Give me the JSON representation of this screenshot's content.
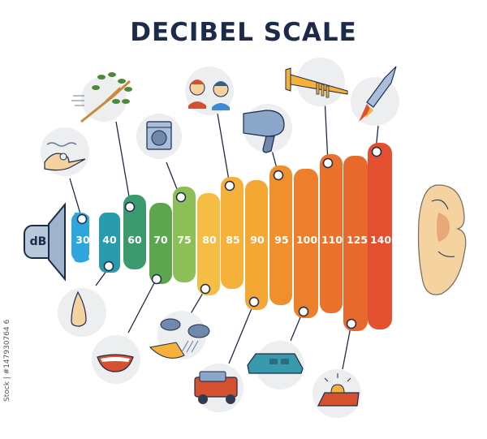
{
  "title": "DECIBEL SCALE",
  "speaker": {
    "label": "dB",
    "icon": "speaker-icon"
  },
  "ear": {
    "icon": "ear-icon"
  },
  "colors": {
    "title": "#1c2b4a",
    "outline": "#1c2b4a",
    "icon_bg": "#eceeef"
  },
  "bands": [
    {
      "db": "30",
      "color": "#2ea6dc",
      "example": "Whisper",
      "icon": "whisper-hand-icon",
      "pin": "top"
    },
    {
      "db": "40",
      "color": "#2a9bad",
      "example": "Quiet breathing / smell",
      "icon": "nose-icon",
      "pin": "bottom"
    },
    {
      "db": "60",
      "color": "#3a9a6e",
      "example": "Rustling leaves / wind",
      "icon": "tree-branch-icon",
      "pin": "top"
    },
    {
      "db": "70",
      "color": "#5ea54f",
      "example": "Normal laughter",
      "icon": "laughing-mouth-icon",
      "pin": "bottom"
    },
    {
      "db": "75",
      "color": "#8cbf57",
      "example": "Washing machine",
      "icon": "washing-machine-icon",
      "pin": "top"
    },
    {
      "db": "80",
      "color": "#f6bd45",
      "example": "Heavy rain",
      "icon": "rain-cloud-icon",
      "pin": "bottom"
    },
    {
      "db": "85",
      "color": "#f5b13a",
      "example": "Conversation",
      "icon": "talking-people-icon",
      "pin": "top"
    },
    {
      "db": "90",
      "color": "#f4a733",
      "example": "Car traffic",
      "icon": "car-icon",
      "pin": "bottom"
    },
    {
      "db": "95",
      "color": "#ef8f2e",
      "example": "Hair dryer",
      "icon": "hair-dryer-icon",
      "pin": "top"
    },
    {
      "db": "100",
      "color": "#ec7f2c",
      "example": "Train",
      "icon": "train-icon",
      "pin": "bottom"
    },
    {
      "db": "110",
      "color": "#e9732d",
      "example": "Trumpet",
      "icon": "trumpet-icon",
      "pin": "top"
    },
    {
      "db": "125",
      "color": "#e76a2c",
      "example": "Siren",
      "icon": "siren-icon",
      "pin": "bottom"
    },
    {
      "db": "140",
      "color": "#e2502f",
      "example": "Rocket launch",
      "icon": "rocket-icon",
      "pin": "top"
    }
  ],
  "credit": "Stock | #147930764 6"
}
